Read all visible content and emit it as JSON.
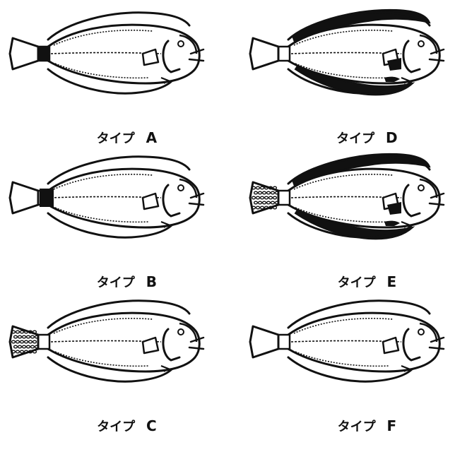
{
  "figure": {
    "panels": [
      {
        "id": "A",
        "type_word": "タイプ",
        "letter": "A",
        "features": {
          "fin_band_dark": false,
          "caudal_base_dark": "band",
          "caudal_spotted": false,
          "blind_side_marks": false
        }
      },
      {
        "id": "D",
        "type_word": "タイプ",
        "letter": "D",
        "features": {
          "fin_band_dark": true,
          "caudal_base_dark": "none",
          "caudal_spotted": false,
          "blind_side_marks": true
        }
      },
      {
        "id": "B",
        "type_word": "タイプ",
        "letter": "B",
        "features": {
          "fin_band_dark": false,
          "caudal_base_dark": "block",
          "caudal_spotted": false,
          "blind_side_marks": false
        }
      },
      {
        "id": "E",
        "type_word": "タイプ",
        "letter": "E",
        "features": {
          "fin_band_dark": true,
          "caudal_base_dark": "none",
          "caudal_spotted": true,
          "blind_side_marks": true
        }
      },
      {
        "id": "C",
        "type_word": "タイプ",
        "letter": "C",
        "features": {
          "fin_band_dark": false,
          "caudal_base_dark": "none",
          "caudal_spotted": true,
          "blind_side_marks": false
        }
      },
      {
        "id": "F",
        "type_word": "タイプ",
        "letter": "F",
        "features": {
          "fin_band_dark": false,
          "caudal_base_dark": "none",
          "caudal_spotted": false,
          "blind_side_marks": false
        }
      }
    ],
    "colors": {
      "ink": "#111111",
      "paper": "#ffffff"
    }
  }
}
